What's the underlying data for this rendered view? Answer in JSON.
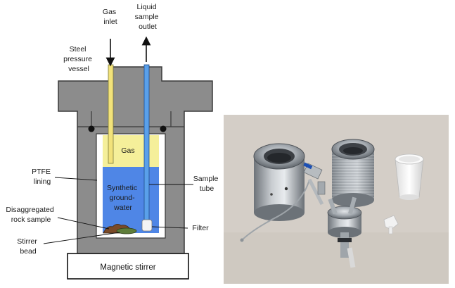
{
  "diagram": {
    "labels": {
      "gas_inlet": [
        "Gas",
        "inlet"
      ],
      "liquid_outlet": [
        "Liquid",
        "sample",
        "outlet"
      ],
      "steel_vessel": [
        "Steel",
        "pressure",
        "vessel"
      ],
      "gas": "Gas",
      "ptfe_lining": [
        "PTFE",
        "lining"
      ],
      "synthetic_groundwater": [
        "Synthetic",
        "ground-",
        "water"
      ],
      "sample_tube": [
        "Sample",
        "tube"
      ],
      "disaggregated_rock": [
        "Disaggregated",
        "rock sample"
      ],
      "filter": "Filter",
      "stirrer_bead": [
        "Stirrer",
        "bead"
      ],
      "magnetic_stirrer": "Magnetic stirrer"
    },
    "colors": {
      "vessel": "#8c8c8c",
      "vessel_stroke": "#3a3a3a",
      "gas": "#f5ef9a",
      "water": "#4f86e6",
      "gas_tube": "#f2e27a",
      "sample_tube": "#5aa0ea",
      "rock": "#7a4a28"
    }
  },
  "photo": {
    "colors": {
      "background": "#d7d2cb",
      "steel": "#9aa0a6",
      "ptfe_liner": "#f4f4f4"
    }
  }
}
